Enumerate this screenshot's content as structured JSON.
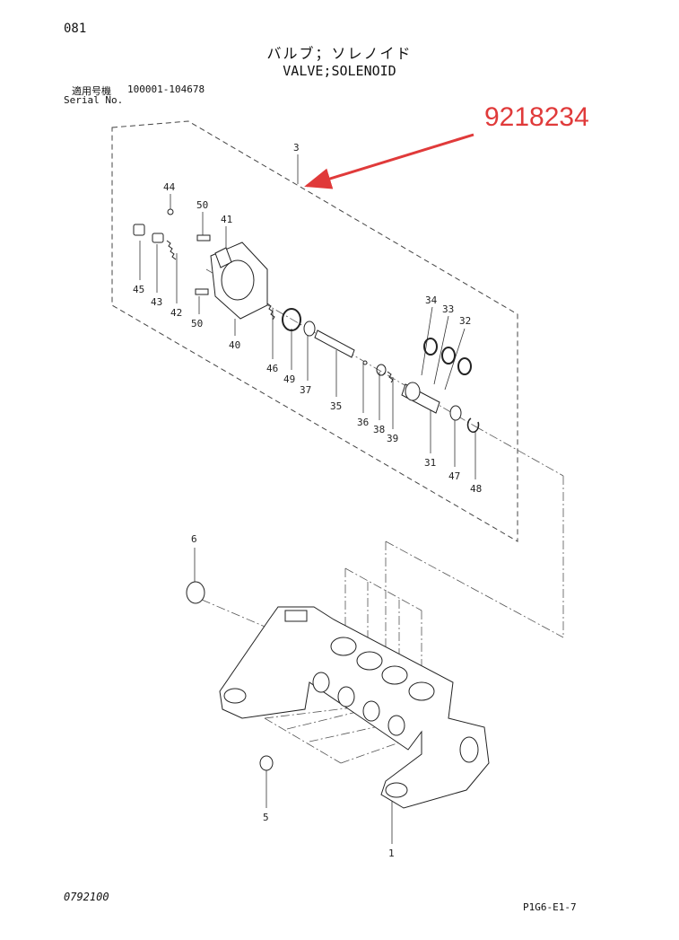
{
  "header": {
    "page_number": "081",
    "title_jp": "バルブ；ソレノイド",
    "title_en": "VALVE;SOLENOID",
    "serial_label_jp": "適用号機",
    "serial_range": "100001-104678",
    "serial_label_en": "Serial No."
  },
  "annotation": {
    "part_number": "9218234",
    "color": "#e03a3a"
  },
  "labels": {
    "l3": "3",
    "l44": "44",
    "l50a": "50",
    "l41": "41",
    "l45": "45",
    "l43": "43",
    "l42": "42",
    "l50b": "50",
    "l40": "40",
    "l46": "46",
    "l49": "49",
    "l37": "37",
    "l35": "35",
    "l36": "36",
    "l38": "38",
    "l39": "39",
    "l34": "34",
    "l33": "33",
    "l32": "32",
    "l31": "31",
    "l47": "47",
    "l48": "48",
    "l6": "6",
    "l5": "5",
    "l1": "1"
  },
  "footer": {
    "doc_code": "0792100",
    "page_code": "P1G6-E1-7"
  }
}
